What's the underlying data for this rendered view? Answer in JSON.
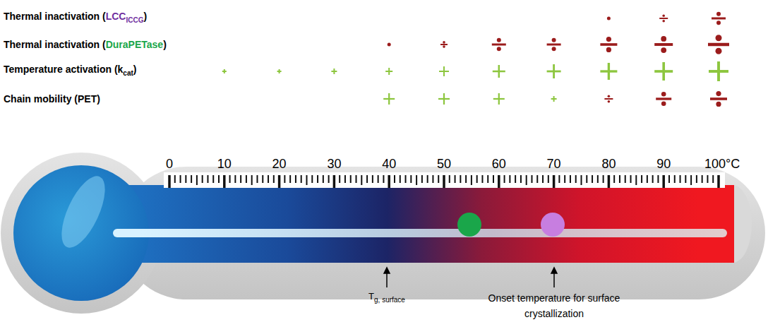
{
  "diagram": {
    "labels": [
      "Thermal inactivation (",
      "LCC",
      "ICCG",
      ")",
      "Thermal inactivation (",
      "DuraPETase",
      ")",
      "Temperature activation (k",
      "cat",
      ")",
      "Chain mobility (PET)",
      "0",
      "10",
      "20",
      "30",
      "40",
      "50",
      "60",
      "70",
      "80",
      "90",
      "100°C",
      "T",
      "g, surface",
      "Onset temperature for surface crystallization"
    ]
  }
}
